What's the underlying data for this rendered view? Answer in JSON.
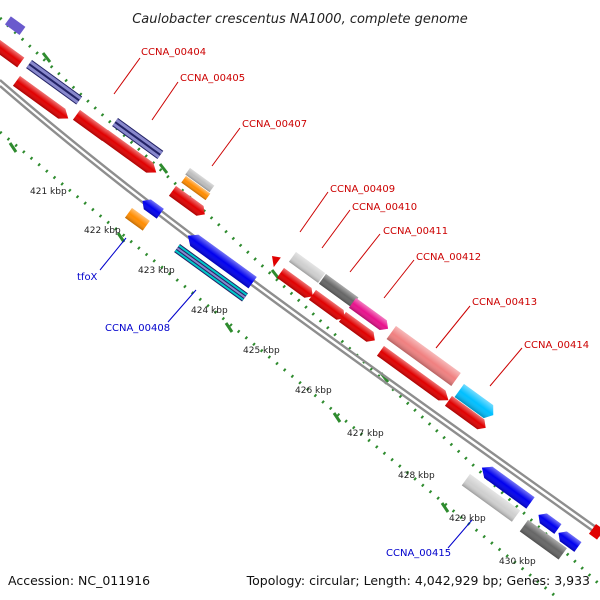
{
  "title": "Caulobacter crescentus NA1000, complete genome",
  "footer": {
    "accession": "Accession: NC_011916",
    "summary": "Topology: circular; Length: 4,042,929 bp; Genes: 3,933"
  },
  "colors": {
    "backbone": "#9a9a9a",
    "tick_dots": "#2e8b2e",
    "label_forward": "#cc0000",
    "label_reverse": "#0000cc"
  },
  "ticks": [
    "421 kbp",
    "422 kbp",
    "423 kbp",
    "424 kbp",
    "425 kbp",
    "426 kbp",
    "427 kbp",
    "428 kbp",
    "429 kbp",
    "430 kbp"
  ],
  "gene_labels": [
    {
      "id": "CCNA_00404",
      "text": "CCNA_00404",
      "strand": "forward"
    },
    {
      "id": "CCNA_00405",
      "text": "CCNA_00405",
      "strand": "forward"
    },
    {
      "id": "CCNA_00407",
      "text": "CCNA_00407",
      "strand": "forward"
    },
    {
      "id": "CCNA_00409",
      "text": "CCNA_00409",
      "strand": "forward"
    },
    {
      "id": "CCNA_00410",
      "text": "CCNA_00410",
      "strand": "forward"
    },
    {
      "id": "CCNA_00411",
      "text": "CCNA_00411",
      "strand": "forward"
    },
    {
      "id": "CCNA_00412",
      "text": "CCNA_00412",
      "strand": "forward"
    },
    {
      "id": "CCNA_00413",
      "text": "CCNA_00413",
      "strand": "forward"
    },
    {
      "id": "CCNA_00414",
      "text": "CCNA_00414",
      "strand": "forward"
    },
    {
      "id": "tfoX",
      "text": "tfoX",
      "strand": "reverse"
    },
    {
      "id": "CCNA_00408",
      "text": "CCNA_00408",
      "strand": "reverse"
    },
    {
      "id": "CCNA_00415",
      "text": "CCNA_00415",
      "strand": "reverse"
    }
  ]
}
